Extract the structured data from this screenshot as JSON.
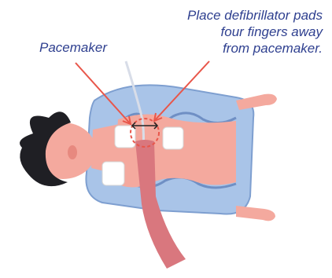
{
  "labels": {
    "pacemaker": "Pacemaker",
    "instruction_lines": [
      "Place defibrillator pads",
      "four fingers away",
      "from pacemaker."
    ]
  },
  "colors": {
    "text": "#2e3f8f",
    "arrow": "#e8564a",
    "skin": "#f4a99e",
    "skin_dark": "#e7897f",
    "shirt": "#a9c4e8",
    "shirt_dark": "#7e9fd0",
    "hair": "#1f1f24",
    "pad": "#ffffff",
    "arm": "#d9777e"
  },
  "icons": {
    "pacemaker_marker": "dashed-circle-icon",
    "distance_marker": "double-arrow-icon"
  }
}
